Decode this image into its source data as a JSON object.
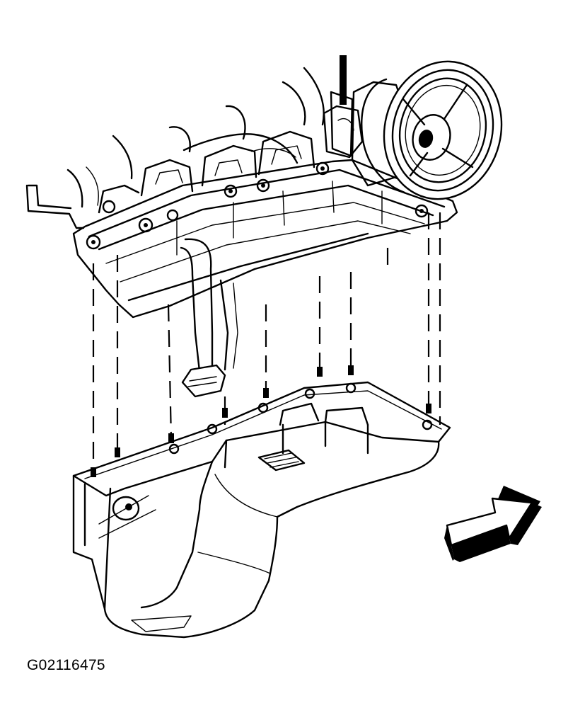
{
  "figure_id": "G02116475",
  "diagram": {
    "parts": [
      {
        "name": "engine-block"
      },
      {
        "name": "crankshaft-pulley"
      },
      {
        "name": "oil-pump-pickup-tube"
      },
      {
        "name": "oil-pan"
      },
      {
        "name": "oil-pan-bolts"
      }
    ],
    "direction_arrow": "front-direction-arrow",
    "colors": {
      "ink": "#000000",
      "paper": "#ffffff"
    }
  }
}
